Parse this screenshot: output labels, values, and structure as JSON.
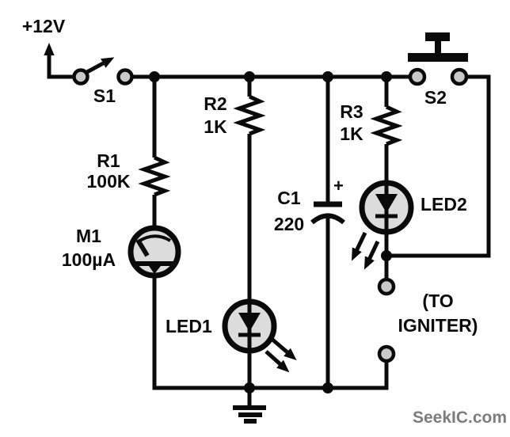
{
  "power": {
    "label": "+12V"
  },
  "switches": {
    "s1": {
      "label": "S1"
    },
    "s2": {
      "label": "S2"
    }
  },
  "resistors": {
    "r1": {
      "ref": "R1",
      "value": "100K"
    },
    "r2": {
      "ref": "R2",
      "value": "1K"
    },
    "r3": {
      "ref": "R3",
      "value": "1K"
    }
  },
  "capacitor": {
    "ref": "C1",
    "value": "220",
    "polarity": "+"
  },
  "meter": {
    "ref": "M1",
    "value": "100µA"
  },
  "leds": {
    "led1": {
      "label": "LED1"
    },
    "led2": {
      "label": "LED2"
    }
  },
  "output": {
    "line1": "(TO",
    "line2": "IGNITER)"
  },
  "watermark": {
    "text": "SeekIC.com"
  },
  "colors": {
    "line": "#0a0a0a",
    "background": "#ffffff",
    "terminal_fill": "#c9c9c9",
    "symbol_face": "#dcdcdc",
    "watermark_gray": "#7d7d7d"
  }
}
